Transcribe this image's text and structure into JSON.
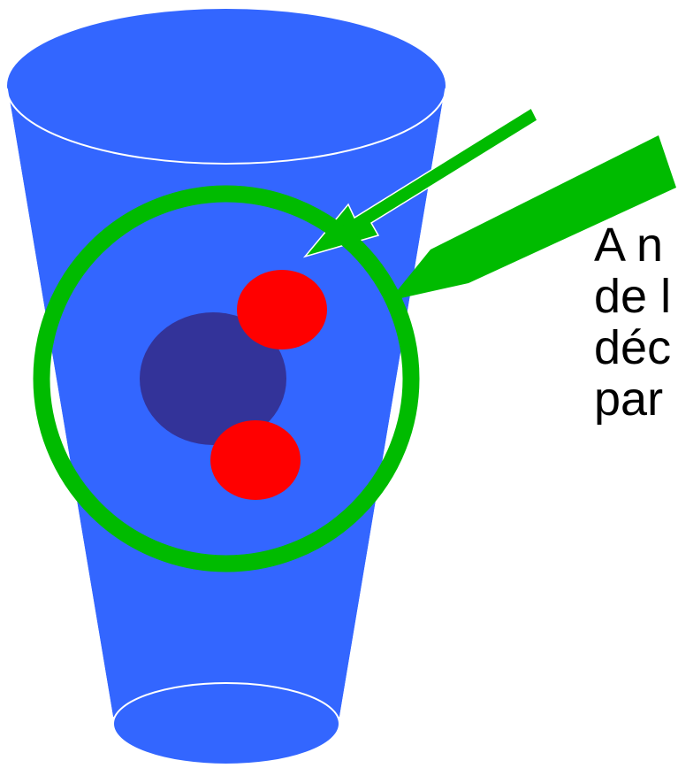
{
  "caption_lines": [
    "A n",
    "de l",
    "déc",
    "par"
  ],
  "colors": {
    "cup": "#3366ff",
    "cup_outline": "#ffffff",
    "ring": "#00bb00",
    "nucleus": "#333399",
    "particle": "#ff0000",
    "text": "#000000"
  }
}
